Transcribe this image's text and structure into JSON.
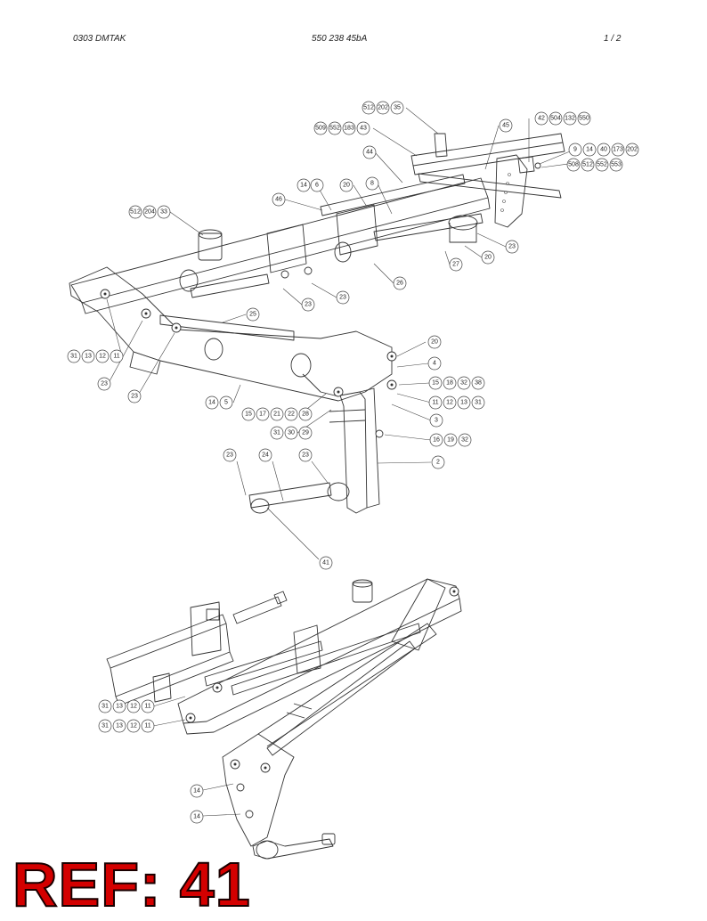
{
  "header": {
    "left": "0303   DMTAK",
    "center": "550 238 45bA",
    "right": "1 /   2"
  },
  "stamp": {
    "text": "REF: 41",
    "color": "#d40000"
  },
  "diagram": {
    "callouts_top": [
      {
        "group": "tr1",
        "labels": [
          "512",
          "202",
          "35"
        ]
      },
      {
        "group": "tr2",
        "labels": [
          "509",
          "552",
          "183",
          "43"
        ]
      },
      {
        "group": "g45",
        "labels": [
          "45"
        ]
      },
      {
        "group": "g42",
        "labels": [
          "42",
          "504",
          "132",
          "550"
        ]
      },
      {
        "group": "g9",
        "labels": [
          "9",
          "14",
          "40",
          "173",
          "202"
        ]
      },
      {
        "group": "g508",
        "labels": [
          "508",
          "512",
          "552",
          "553"
        ]
      },
      {
        "group": "g44",
        "labels": [
          "44"
        ]
      },
      {
        "group": "g14-6",
        "labels": [
          "14",
          "6"
        ]
      },
      {
        "group": "g20a",
        "labels": [
          "20"
        ]
      },
      {
        "group": "g8",
        "labels": [
          "8"
        ]
      },
      {
        "group": "g46",
        "labels": [
          "46"
        ]
      },
      {
        "group": "g512-204-33",
        "labels": [
          "512",
          "204",
          "33"
        ]
      },
      {
        "group": "g23a",
        "labels": [
          "23"
        ]
      },
      {
        "group": "g20b",
        "labels": [
          "20"
        ]
      },
      {
        "group": "g27",
        "labels": [
          "27"
        ]
      },
      {
        "group": "g26",
        "labels": [
          "26"
        ]
      },
      {
        "group": "g23b",
        "labels": [
          "23"
        ]
      },
      {
        "group": "g23c",
        "labels": [
          "23"
        ]
      },
      {
        "group": "g25",
        "labels": [
          "25"
        ]
      },
      {
        "group": "g31-13-12-11a",
        "labels": [
          "31",
          "13",
          "12",
          "11"
        ]
      },
      {
        "group": "g23d",
        "labels": [
          "23"
        ]
      },
      {
        "group": "g23e",
        "labels": [
          "23"
        ]
      },
      {
        "group": "g20c",
        "labels": [
          "20"
        ]
      },
      {
        "group": "g4",
        "labels": [
          "4"
        ]
      },
      {
        "group": "g15-18-32-38",
        "labels": [
          "15",
          "18",
          "32",
          "38"
        ]
      },
      {
        "group": "g11-12-13-31",
        "labels": [
          "11",
          "12",
          "13",
          "31"
        ]
      },
      {
        "group": "g14-5",
        "labels": [
          "14",
          "5"
        ]
      },
      {
        "group": "g15-17-21-22-28",
        "labels": [
          "15",
          "17",
          "21",
          "22",
          "28"
        ]
      },
      {
        "group": "g3",
        "labels": [
          "3"
        ]
      },
      {
        "group": "g31-30-29",
        "labels": [
          "31",
          "30",
          "29"
        ]
      },
      {
        "group": "g16-19-32",
        "labels": [
          "16",
          "19",
          "32"
        ]
      },
      {
        "group": "g2",
        "labels": [
          "2"
        ]
      },
      {
        "group": "g23f",
        "labels": [
          "23"
        ]
      },
      {
        "group": "g24",
        "labels": [
          "24"
        ]
      },
      {
        "group": "g23g",
        "labels": [
          "23"
        ]
      },
      {
        "group": "g41",
        "labels": [
          "41"
        ]
      }
    ],
    "callouts_bottom": [
      {
        "group": "b1",
        "labels": [
          "31",
          "13",
          "12",
          "11"
        ]
      },
      {
        "group": "b2",
        "labels": [
          "31",
          "13",
          "12",
          "11"
        ]
      },
      {
        "group": "b3",
        "labels": [
          "14"
        ]
      },
      {
        "group": "b4",
        "labels": [
          "14"
        ]
      }
    ]
  }
}
